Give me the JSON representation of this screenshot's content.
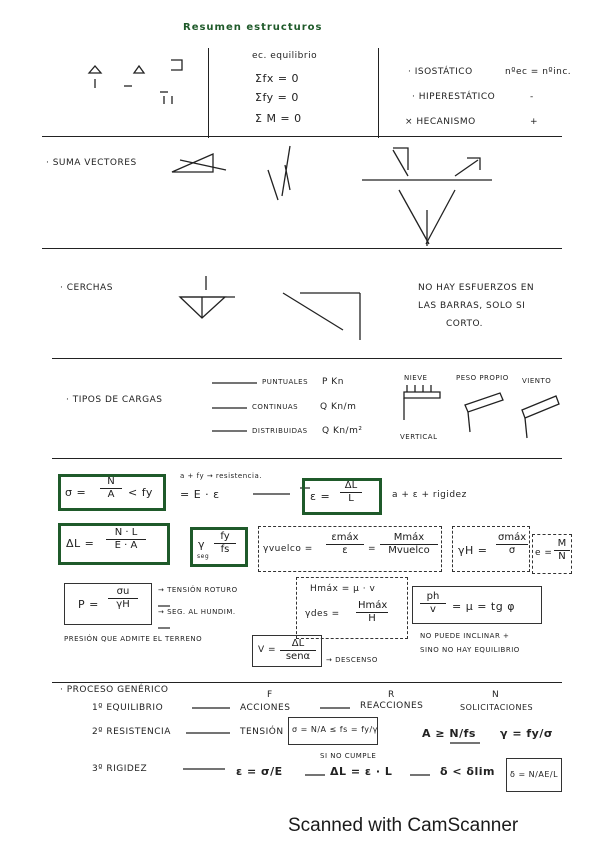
{
  "title": "Resumen estructuros",
  "equilibrium": {
    "heading": "ec. equilibrio",
    "eq1": "Σfx = 0",
    "eq2": "Σfy = 0",
    "eq3": "Σ M = 0"
  },
  "classification": [
    {
      "label": "· ISOSTÁTICO",
      "note": "nºec = nºinc."
    },
    {
      "label": "· HIPERESTÁTICO",
      "note": "-"
    },
    {
      "label": "× HECANISMO",
      "note": "+"
    }
  ],
  "sections": {
    "suma_vectores": "· SUMA VECTORES",
    "cerchas": "· CERCHAS",
    "cerchas_note": [
      "NO HAY ESFUERZOS EN",
      "LAS BARRAS, SOLO SI",
      "CORTO."
    ],
    "tipos_cargas": "· TIPOS DE CARGAS"
  },
  "loads": {
    "items": [
      {
        "label": "PUNTUALES",
        "unit": "P  Kn"
      },
      {
        "label": "CONTINUAS",
        "unit": "Q  Kn/m"
      },
      {
        "label": "DISTRIBUIDAS",
        "unit": "Q  Kn/m²"
      }
    ],
    "types": [
      "NIEVE",
      "PESO PROPIO",
      "VIENTO"
    ],
    "vertical": "VERTICAL"
  },
  "formulas": {
    "sigma_lhs": "σ =",
    "sigma_num": "N",
    "sigma_den": "A",
    "sigma_cond": "< fy",
    "note_res": "a + fy → resistencia.",
    "sigma_E": "= E · ε",
    "eps_lhs": "ε =",
    "eps_num": "ΔL",
    "eps_den": "L",
    "rigidez": "a + ε + rigidez",
    "dl_lhs": "ΔL =",
    "dl_num": "N · L",
    "dl_den": "E · A",
    "gamma_lhs": "γ",
    "gamma_sub": "seg",
    "gamma_num": "fy",
    "gamma_den": "fs",
    "gv_lhs": "γvuelco =",
    "gv_num1": "εmáx",
    "gv_den1": "ε",
    "gv_num2": "Mmáx",
    "gv_den2": "Mvuelco",
    "gh_lhs": "γH =",
    "gh_num": "σmáx",
    "gh_den": "σ",
    "e_lhs": "e =",
    "e_num": "M",
    "e_den": "N",
    "p_lhs": "P =",
    "p_num": "σu",
    "p_den": "γH",
    "tension_roturo": "→ TENSIÓN ROTURO",
    "seg_hundim": "→ SEG. AL HUNDIM.",
    "presion": "PRESIÓN QUE ADMITE EL TERRENO",
    "hmax": "Hmáx = μ · v",
    "gdes_lhs": "γdes =",
    "gdes_num": "Hmáx",
    "gdes_den": "H",
    "ph_num": "ph",
    "ph_den": "v",
    "ph_rhs": "= μ = tg φ",
    "no_inclinar": [
      "NO PUEDE INCLINAR +",
      "SINO NO HAY EQUILIBRIO"
    ],
    "v_lhs": "V =",
    "v_num": "ΔL",
    "v_den": "senα",
    "descenso": "→ DESCENSO"
  },
  "process": {
    "heading": "· PROCESO GENÉRICO",
    "cols": [
      "F",
      "R",
      "N"
    ],
    "row1": {
      "step": "1º EQUILIBRIO",
      "a": "ACCIONES",
      "b": "REACCIONES",
      "c": "SOLICITACIONES"
    },
    "row2": {
      "step": "2º RESISTENCIA",
      "a": "TENSIÓN",
      "box": "σ = N/A ≤ fs = fy/γ",
      "note": "SI NO CUMPLE",
      "b": "A ≥ N/fs",
      "c": "γ = fy/σ"
    },
    "row3": {
      "step": "3º RIGIDEZ",
      "a": "ε = σ/E",
      "b": "ΔL = ε · L",
      "c": "δ < δlim",
      "box": "δ = N/AE/L"
    }
  },
  "footer": "Scanned with CamScanner"
}
